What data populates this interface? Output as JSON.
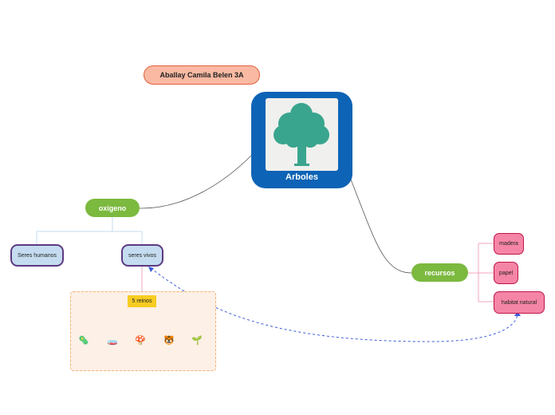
{
  "author": "Aballay Camila Belen 3A",
  "root": {
    "label": "Arboles",
    "image_icon": "tree-icon"
  },
  "oxigeno": {
    "label": "oxigeno",
    "children": [
      "Seres humanos",
      "seres vivos"
    ]
  },
  "seres_vivos": {
    "group_label": "5 reinos",
    "kingdoms": [
      {
        "icon": "bacteria-icon",
        "glyph": "🦠"
      },
      {
        "icon": "protist-icon",
        "glyph": "🧫"
      },
      {
        "icon": "mushroom-icon",
        "glyph": "🍄"
      },
      {
        "icon": "tiger-icon",
        "glyph": "🐯"
      },
      {
        "icon": "seedling-icon",
        "glyph": "🌱"
      }
    ]
  },
  "recursos": {
    "label": "recursos",
    "children": [
      "madera",
      "papel",
      "habitat natural"
    ]
  },
  "colors": {
    "root": "#0d63b5",
    "topic_green": "#7cb93f",
    "author_fill": "#f9b9a2",
    "pink_node": "#f585a6",
    "dashed_link": "#3b5bdb"
  }
}
